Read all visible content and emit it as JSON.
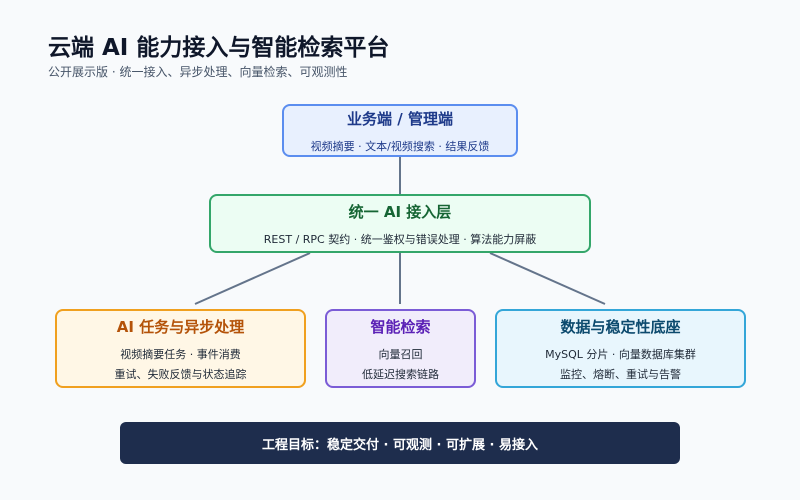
{
  "title": "云端 AI 能力接入与智能检索平台",
  "subtitle": "公开展示版 · 统一接入、异步处理、向量检索、可观测性",
  "nodes": {
    "top": {
      "heading": "业务端 / 管理端",
      "lines": [
        "视频摘要 · 文本/视频搜索 · 结果反馈"
      ]
    },
    "middle": {
      "heading": "统一 AI 接入层",
      "lines": [
        "REST / RPC 契约 · 统一鉴权与错误处理 · 算法能力屏蔽"
      ]
    },
    "left": {
      "heading": "AI 任务与异步处理",
      "lines": [
        "视频摘要任务 · 事件消费",
        "重试、失败反馈与状态追踪"
      ]
    },
    "center": {
      "heading": "智能检索",
      "lines": [
        "向量召回",
        "低延迟搜索链路"
      ]
    },
    "right": {
      "heading": "数据与稳定性底座",
      "lines": [
        "MySQL 分片 · 向量数据库集群",
        "监控、熔断、重试与告警"
      ]
    }
  },
  "footer": "工程目标：稳定交付 · 可观测 · 可扩展 · 易接入",
  "colors": {
    "connector": "#64748b",
    "footer_bg": "#1e2d4d"
  }
}
